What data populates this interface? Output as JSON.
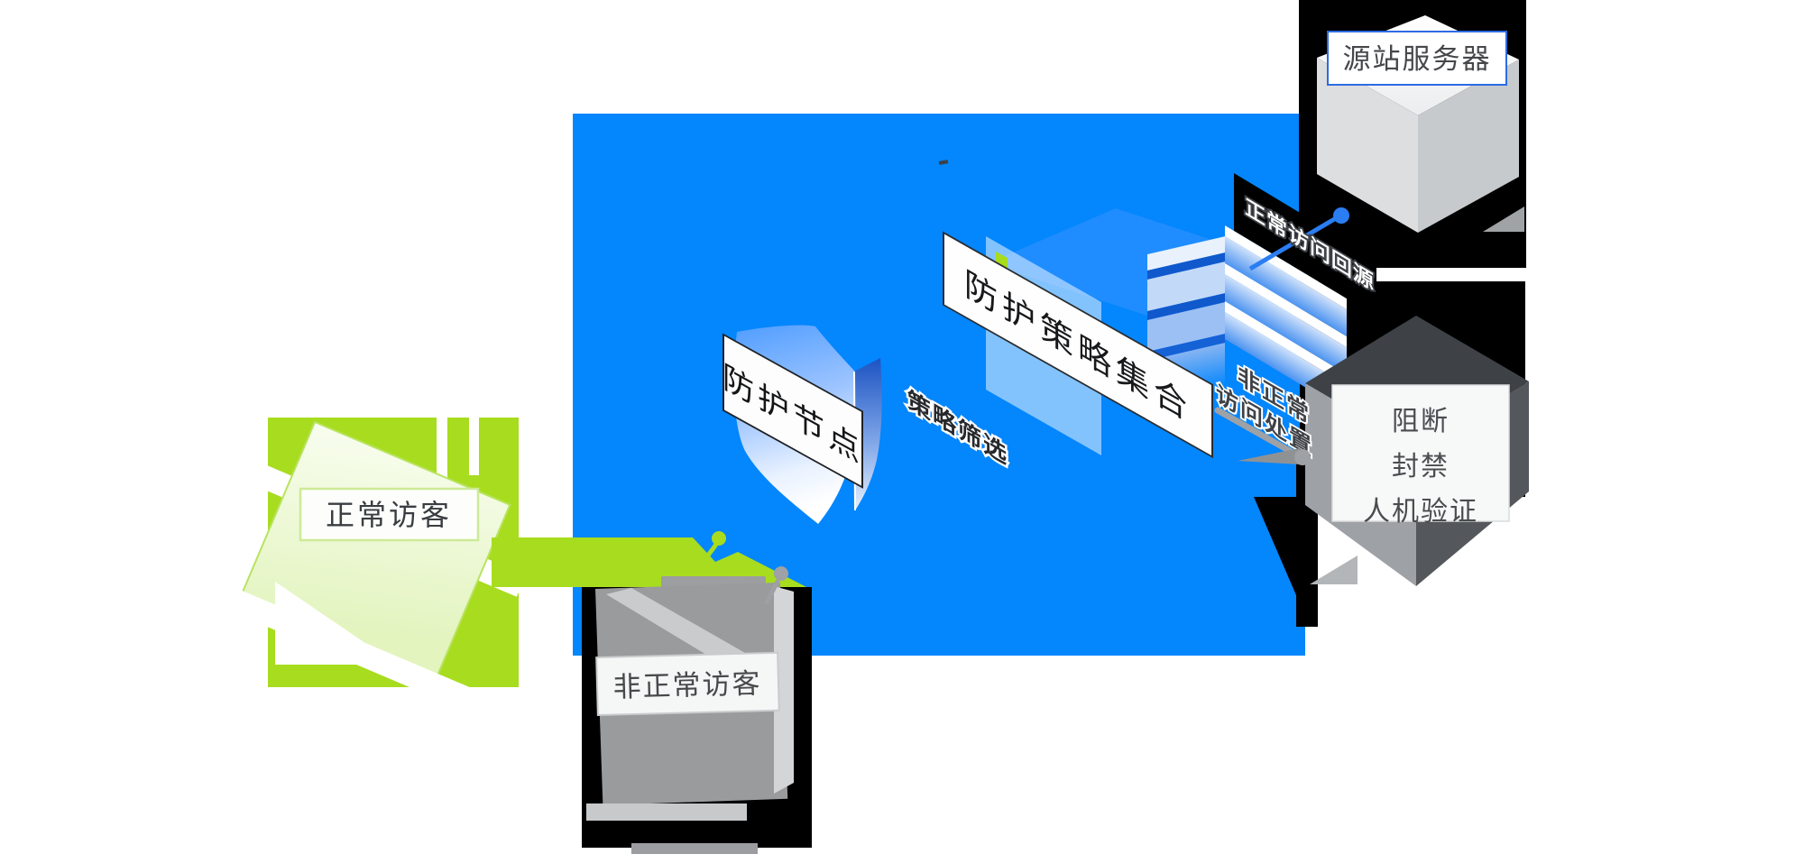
{
  "colors": {
    "panel_blue": "#0486FD",
    "stack_top_blue": "#1F8DFF",
    "lime": "#A8DC1F",
    "link_blue": "#2B7DF2",
    "gray": "#9EA1A5",
    "dark_stripe_blue": "#1059CC"
  },
  "nodes": {
    "normal_visitor": {
      "label": "正常访客"
    },
    "abnormal_visitor": {
      "label": "非正常访客"
    },
    "protect_node": {
      "label": "防护节点"
    },
    "policy_set": {
      "label": "防护策略集合"
    },
    "origin_server": {
      "label": "源站服务器"
    },
    "handling": {
      "line1": "阻断",
      "line2": "封禁",
      "line3": "人机验证"
    }
  },
  "annotations": {
    "policy_filter": {
      "label": "策略筛选"
    },
    "normal_back": {
      "label": "正常访问回源"
    },
    "abnormal_handle": {
      "line1": "非正常",
      "line2": "访问处置"
    }
  }
}
